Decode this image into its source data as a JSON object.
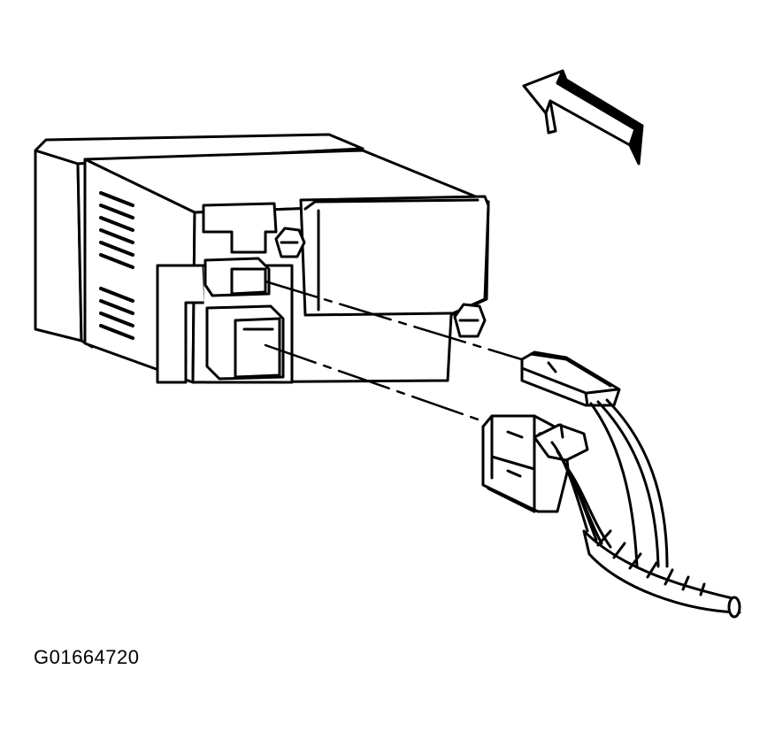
{
  "figure": {
    "id_label": "G01664720"
  },
  "colors": {
    "ink": "#000000",
    "paper": "#ffffff"
  },
  "parts": [
    "control-module",
    "upper-electrical-connector",
    "lower-electrical-connector",
    "wiring-harness",
    "direction-arrow"
  ]
}
